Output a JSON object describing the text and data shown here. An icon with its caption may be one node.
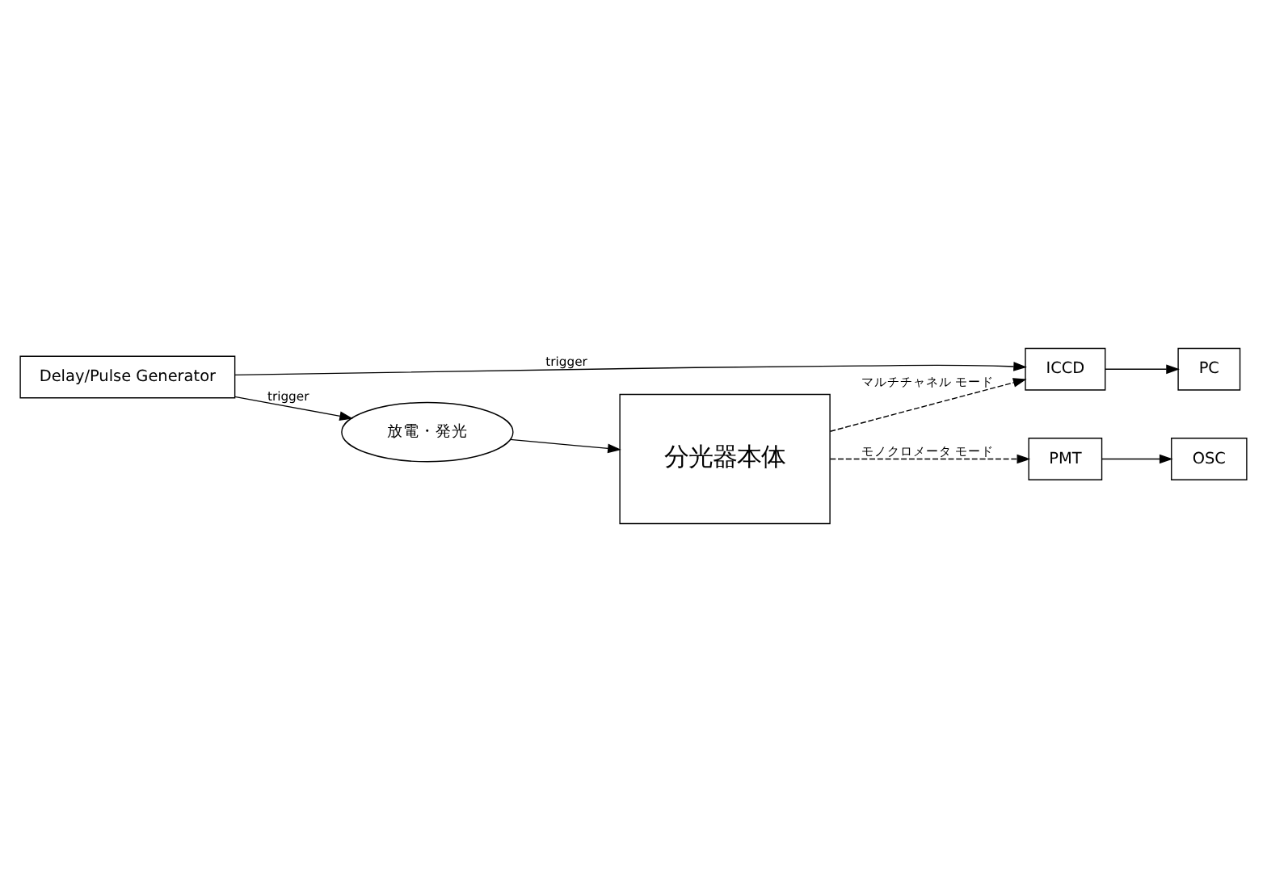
{
  "diagram": {
    "nodes": [
      {
        "text": [
          "分光器本体"
        ]
      },
      {
        "text": [
          "ICCD"
        ]
      },
      {
        "text": [
          "PC"
        ]
      },
      {
        "text": [
          "PMT"
        ]
      },
      {
        "text": [
          "OSC"
        ]
      },
      {
        "text": [
          "放電・発光"
        ]
      },
      {
        "text": [
          "Delay/Pulse Generator"
        ]
      }
    ],
    "edges": [
      {
        "from": 5,
        "to": 0,
        "arrow": "to"
      },
      {
        "from": 0,
        "to": 1,
        "arrow": "to",
        "style": "dashed",
        "label": "マルチチャネル モード"
      },
      {
        "from": 1,
        "to": 2,
        "arrow": "to"
      },
      {
        "from": 0,
        "to": 3,
        "arrow": "to",
        "style": "dashed",
        "label": "モノクロメータ モード"
      },
      {
        "from": 3,
        "to": 4,
        "arrow": "to"
      },
      {
        "from": 6,
        "to": 1,
        "arrow": "to",
        "label": "trigger"
      },
      {
        "from": 6,
        "to": 5,
        "arrow": "to",
        "label": "trigger"
      }
    ]
  }
}
